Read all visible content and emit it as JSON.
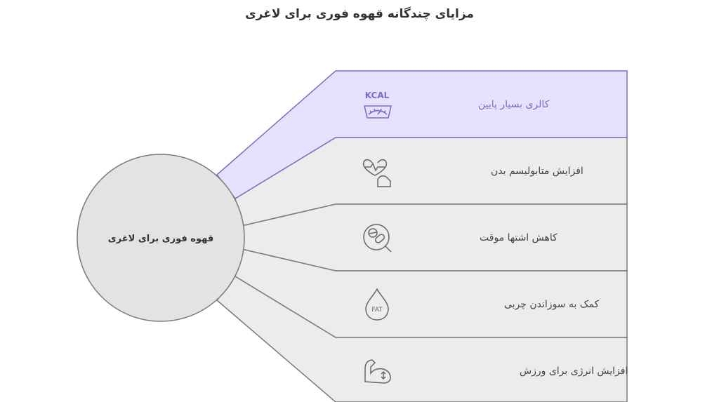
{
  "title": "مزایای چندگانه قهوه فوری برای لاغری",
  "center": {
    "label": "قهوه فوری برای لاغری"
  },
  "colors": {
    "highlight_fill": "#e6e1fd",
    "highlight_stroke": "#7e6cc8",
    "highlight_text": "#7e6cc8",
    "segment_fill": "#ececec",
    "segment_stroke": "#7a7a7a",
    "text": "#444444"
  },
  "items": [
    {
      "label": "کالری بسیار پایین",
      "icon": "kcal-scale-icon",
      "icon_text": "KCAL",
      "highlighted": true
    },
    {
      "label": "افزایش متابولیسم بدن",
      "icon": "heart-muscle-icon",
      "highlighted": false
    },
    {
      "label": "کاهش اشتها موقت",
      "icon": "pill-search-icon",
      "highlighted": false
    },
    {
      "label": "کمک به سوزاندن چربی",
      "icon": "fat-drop-icon",
      "icon_text": "FAT",
      "highlighted": false
    },
    {
      "label": "افزایش انرژی برای ورزش",
      "icon": "flexed-arm-icon",
      "highlighted": false
    }
  ]
}
